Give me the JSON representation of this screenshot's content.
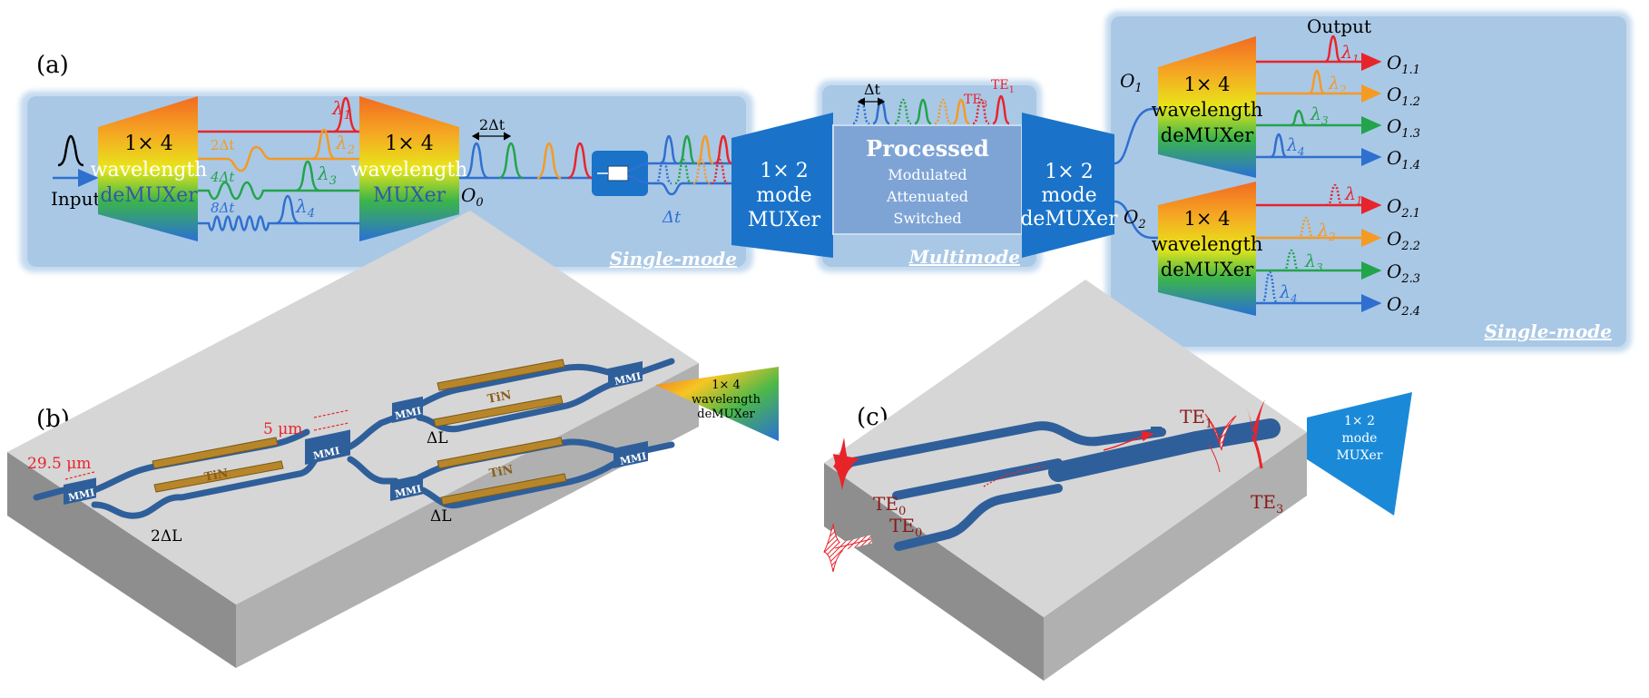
{
  "panels": {
    "a": "(a)",
    "b": "(b)",
    "c": "(c)"
  },
  "region_labels": {
    "single_mode_left": "Single-mode",
    "multimode": "Multimode",
    "single_mode_right": "Single-mode"
  },
  "demux_in": {
    "l1": "1× 4",
    "l2": "wavelength",
    "l3": "deMUXer"
  },
  "mux_in": {
    "l1": "1× 4",
    "l2": "wavelength",
    "l3": "MUXer"
  },
  "mode_mux": {
    "l1": "1× 2",
    "l2": "mode",
    "l3": "MUXer"
  },
  "mode_demux": {
    "l1": "1× 2",
    "l2": "mode",
    "l3": "deMUXer"
  },
  "demux_out1": {
    "l1": "1× 4",
    "l2": "wavelength",
    "l3": "deMUXer"
  },
  "demux_out2": {
    "l1": "1× 4",
    "l2": "wavelength",
    "l3": "deMUXer"
  },
  "processed": {
    "title": "Processed",
    "l1": "Modulated",
    "l2": "Attenuated",
    "l3": "Switched"
  },
  "labels": {
    "input": "Input",
    "output": "Output",
    "o0": "O",
    "o0_sub": "0",
    "o1": "O",
    "o1_sub": "1",
    "o2": "O",
    "o2_sub": "2",
    "delay_2dt": "2Δt",
    "delay_4dt": "4Δt",
    "delay_8dt": "8Δt",
    "pulse_2dt": "2Δt",
    "dt_small": "Δt",
    "dt_multi": "Δt",
    "te3": "TE",
    "te3_sub": "3",
    "te1": "TE",
    "te1_sub": "1"
  },
  "lambdas": {
    "sym": "λ",
    "s1": "1",
    "s2": "2",
    "s3": "3",
    "s4": "4"
  },
  "outputs": [
    {
      "o": "O",
      "sub": "1.1"
    },
    {
      "o": "O",
      "sub": "1.2"
    },
    {
      "o": "O",
      "sub": "1.3"
    },
    {
      "o": "O",
      "sub": "1.4"
    },
    {
      "o": "O",
      "sub": "2.1"
    },
    {
      "o": "O",
      "sub": "2.2"
    },
    {
      "o": "O",
      "sub": "2.3"
    },
    {
      "o": "O",
      "sub": "2.4"
    }
  ],
  "panel_b": {
    "mmi": "MMI",
    "tin": "TiN",
    "dim_29": "29.5 μm",
    "dim_5": "5 μm",
    "dl": "ΔL",
    "dl2": "ΔL",
    "two_dl": "2ΔL",
    "wedge": {
      "l1": "1× 4",
      "l2": "wavelength",
      "l3": "deMUXer"
    }
  },
  "panel_c": {
    "te0_top": "TE",
    "te0_top_sub": "0",
    "te0_bot": "TE",
    "te0_bot_sub": "0",
    "te1": "TE",
    "te1_sub": "1",
    "te3": "TE",
    "te3_sub": "3",
    "wedge": {
      "l1": "1× 2",
      "l2": "mode",
      "l3": "MUXer"
    }
  },
  "colors": {
    "panel_bg": "#a9c8e6",
    "mode_block": "#1a73c9",
    "waveguide": "#2f5f9a",
    "red": "#e8242b",
    "orange": "#f59a23",
    "green": "#22a44a",
    "blue": "#2f6fd0",
    "heater": "#b8862a"
  }
}
